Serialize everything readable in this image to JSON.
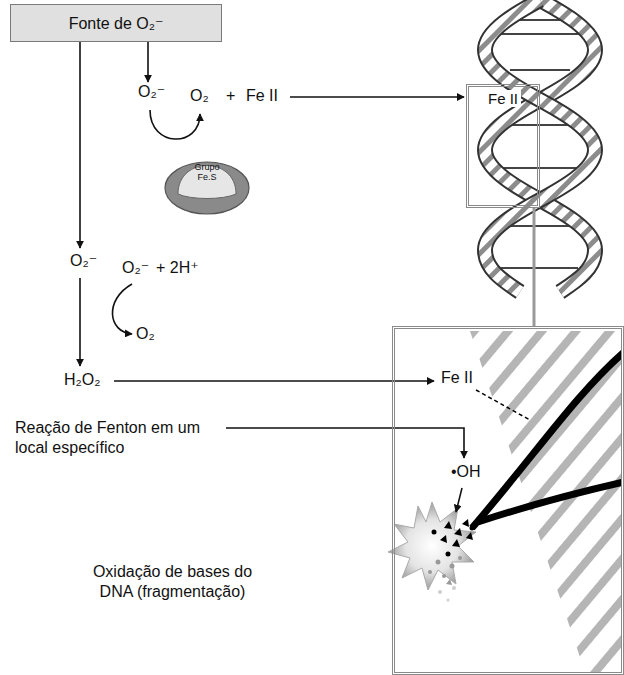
{
  "diagram": {
    "nodes": [
      {
        "text": [
          "Fonte de O₂⁻"
        ]
      },
      {
        "text": [
          "Grupo Fe.S"
        ]
      },
      {
        "text": [
          "Fe II"
        ]
      },
      {
        "text": [
          "Fe II",
          "•OH"
        ]
      }
    ],
    "edges": [
      {
        "from": 2,
        "to": 3,
        "arrow": "none"
      }
    ],
    "labels": [
      "O₂⁻",
      "O₂",
      "+",
      "Fe II",
      "O₂⁻",
      "O₂⁻",
      "+ 2H⁺",
      "O₂",
      "H₂O₂",
      "Reação de Fenton em um local específico",
      "Oxidação de bases do DNA (fragmentação)"
    ]
  }
}
